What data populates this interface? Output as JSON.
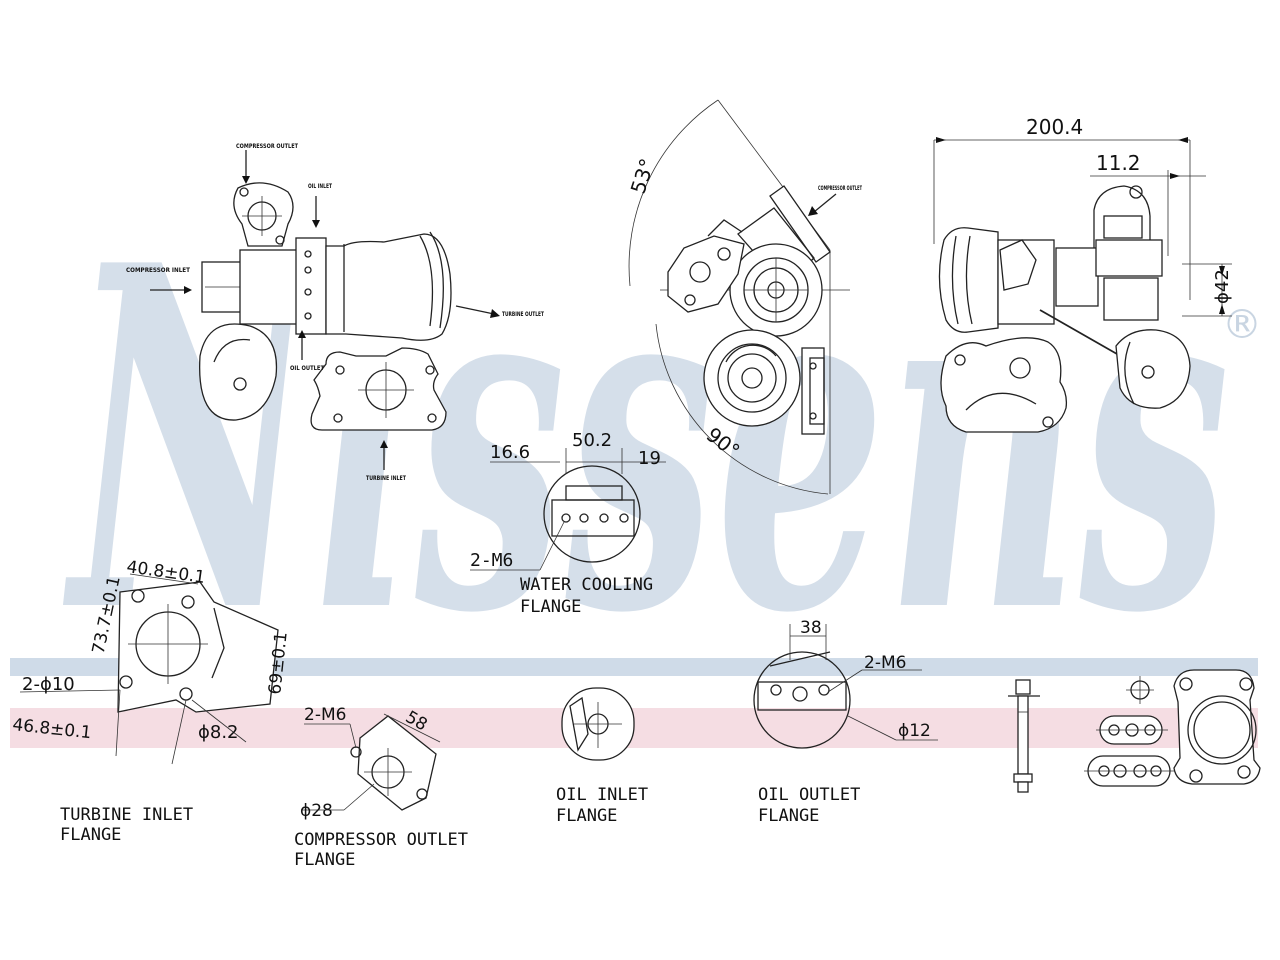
{
  "brand": {
    "watermark": "Nissens",
    "registered_mark": "®",
    "watermark_color": "#d5dfea",
    "band_blue": "#cfdbe8",
    "band_pink": "#f5dde3"
  },
  "views": {
    "left_labels": {
      "compressor_outlet": "COMPRESSOR OUTLET",
      "oil_inlet": "OIL INLET",
      "compressor_inlet": "COMPRESSOR INLET",
      "oil_outlet": "OIL OUTLET",
      "turbine_outlet": "TURBINE OUTLET",
      "turbine_inlet": "TURBINE INLET"
    },
    "center": {
      "angle_top": "53°",
      "angle_bottom": "90°",
      "label_compressor_outlet": "COMPRESSOR OUTLET"
    },
    "right": {
      "dim_overall": "200.4",
      "dim_offset": "11.2",
      "dim_diameter": "ϕ42"
    }
  },
  "flanges": {
    "water_cooling": {
      "dim_a": "16.6",
      "dim_b": "50.2",
      "dim_c": "19",
      "thread": "2-M6",
      "title_line1": "WATER COOLING",
      "title_line2": "FLANGE"
    },
    "turbine_inlet": {
      "dim_width": "40.8±0.1",
      "dim_diag": "73.7±0.1",
      "dim_height": "69±0.1",
      "holes": "2-ϕ10",
      "dim_bottom": "46.8±0.1",
      "hole_dia": "ϕ8.2",
      "title_line1": "TURBINE INLET",
      "title_line2": "FLANGE"
    },
    "compressor_outlet": {
      "thread": "2-M6",
      "dim": "58",
      "bore": "ϕ28",
      "title_line1": "COMPRESSOR OUTLET",
      "title_line2": "FLANGE"
    },
    "oil_inlet": {
      "title_line1": "OIL INLET",
      "title_line2": "FLANGE"
    },
    "oil_outlet": {
      "dim": "38",
      "thread": "2-M6",
      "bore": "ϕ12",
      "title_line1": "OIL OUTLET",
      "title_line2": "FLANGE"
    }
  }
}
